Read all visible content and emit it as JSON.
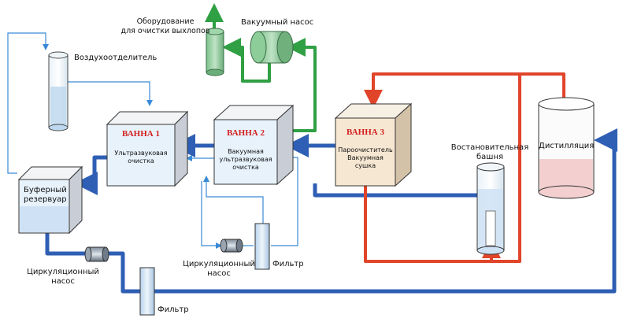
{
  "labels": {
    "exhaust_equipment": "Оборудование\nдля очистки выхлопов",
    "vacuum_pump": "Вакуумный насос",
    "air_separator": "Воздухоотделитель",
    "bath1_title": "ВАННА 1",
    "bath1_sub": "Ультразвуковая\nочистка",
    "bath2_title": "ВАННА 2",
    "bath2_sub": "Вакуумная\nультразвуковая\nочистка",
    "bath3_title": "ВАННА 3",
    "bath3_sub": "Пароочиститель\nВакуумная\nсушка",
    "recovery_tower": "Востановительная\nбашня",
    "distillation": "Дистилляция",
    "buffer_tank": "Буферный\nрезервуар",
    "circ_pump_left": "Циркуляционный\nнасос",
    "circ_pump_mid": "Циркуляционный\nнасос",
    "filter_mid": "Фильтр",
    "filter_bottom": "Фильтр"
  },
  "colors": {
    "flow_blue": "#2f5fb4",
    "thin_blue": "#3a8ad6",
    "flow_red": "#e0452a",
    "flow_green": "#2fa043",
    "bath_red_title": "#d21f1f"
  },
  "icons": [
    "vacuum-pump-icon",
    "exhaust-cylinder-icon",
    "circulation-pump-icon",
    "filter-icon"
  ]
}
